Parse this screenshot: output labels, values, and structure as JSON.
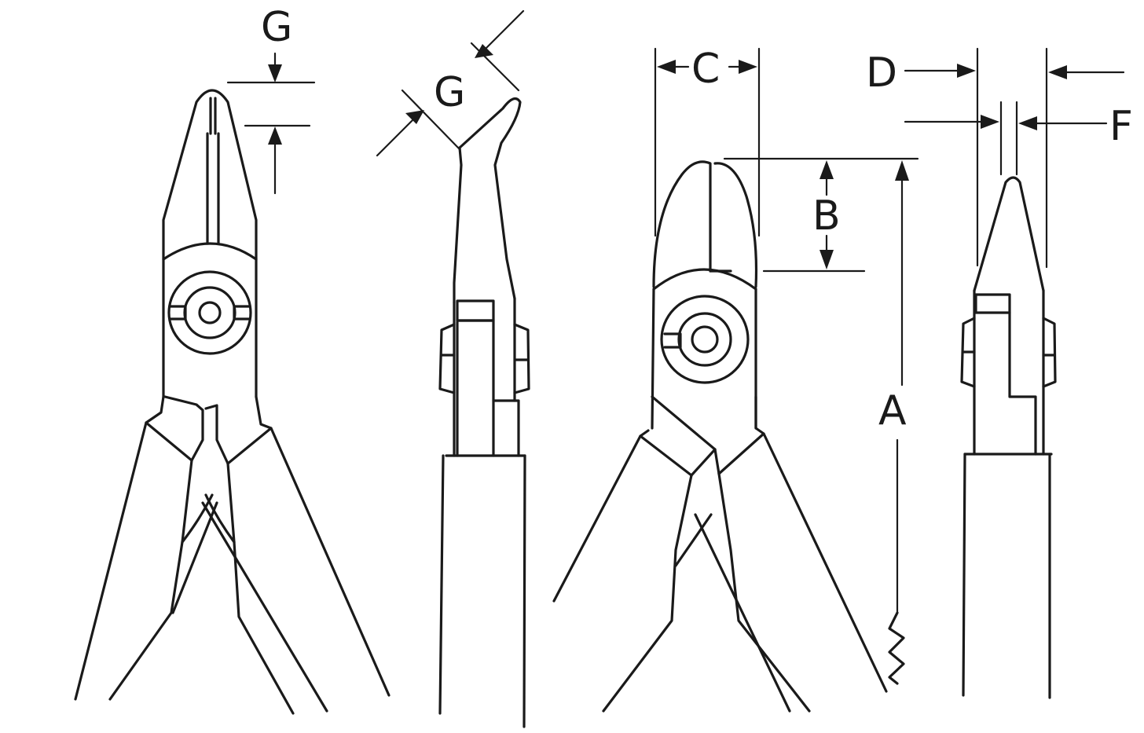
{
  "diagram": {
    "colors": {
      "ink": "#1a1a1a",
      "background": "#ffffff"
    },
    "labels": {
      "g_front": "G",
      "g_side": "G",
      "c": "C",
      "b": "B",
      "a": "A",
      "d": "D",
      "f": "F"
    }
  }
}
